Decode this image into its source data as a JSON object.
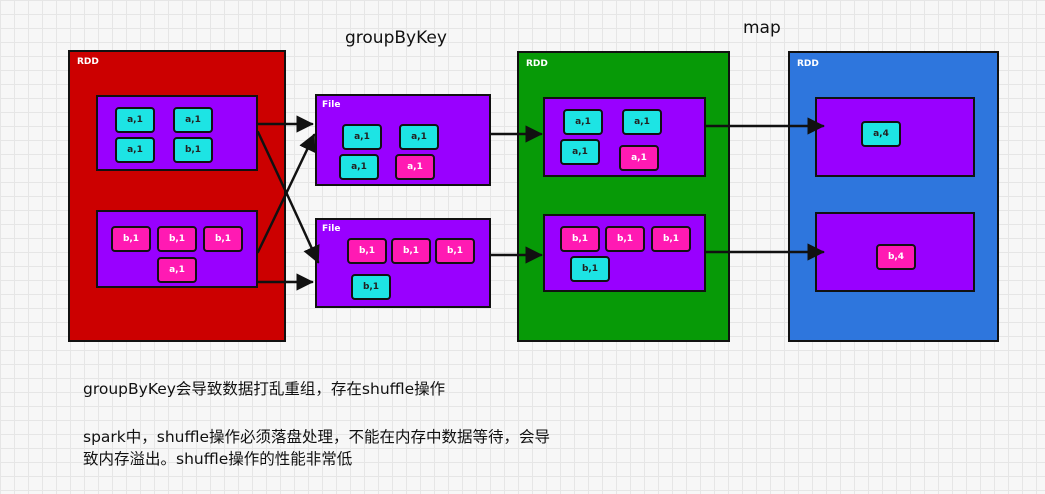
{
  "operations": {
    "groupbykey": "groupByKey",
    "map": "map"
  },
  "containers": {
    "rdd_source": "RDD",
    "file_top": "File",
    "file_bottom": "File",
    "rdd_grouped": "RDD",
    "rdd_result": "RDD"
  },
  "tags": {
    "src_p1": [
      "a,1",
      "a,1",
      "a,1",
      "b,1"
    ],
    "src_p2": [
      "b,1",
      "b,1",
      "b,1",
      "a,1"
    ],
    "file_top": [
      "a,1",
      "a,1",
      "a,1",
      "a,1"
    ],
    "file_bottom": [
      "b,1",
      "b,1",
      "b,1",
      "b,1"
    ],
    "grp_p1": [
      "a,1",
      "a,1",
      "a,1",
      "a,1"
    ],
    "grp_p2": [
      "b,1",
      "b,1",
      "b,1",
      "b,1"
    ],
    "res_p1": [
      "a,4"
    ],
    "res_p2": [
      "b,4"
    ]
  },
  "colors": {
    "rdd_source": "#cc0000",
    "rdd_grouped": "#079a07",
    "rdd_result": "#2e76dd",
    "partition": "#9900ff",
    "tag_a": "#1de4e4",
    "tag_b": "#ff1ab3"
  },
  "notes": {
    "line1": "groupByKey会导致数据打乱重组，存在shuffle操作",
    "line2": "spark中，shuffle操作必须落盘处理，不能在内存中数据等待，会导\n致内存溢出。shuffle操作的性能非常低"
  }
}
